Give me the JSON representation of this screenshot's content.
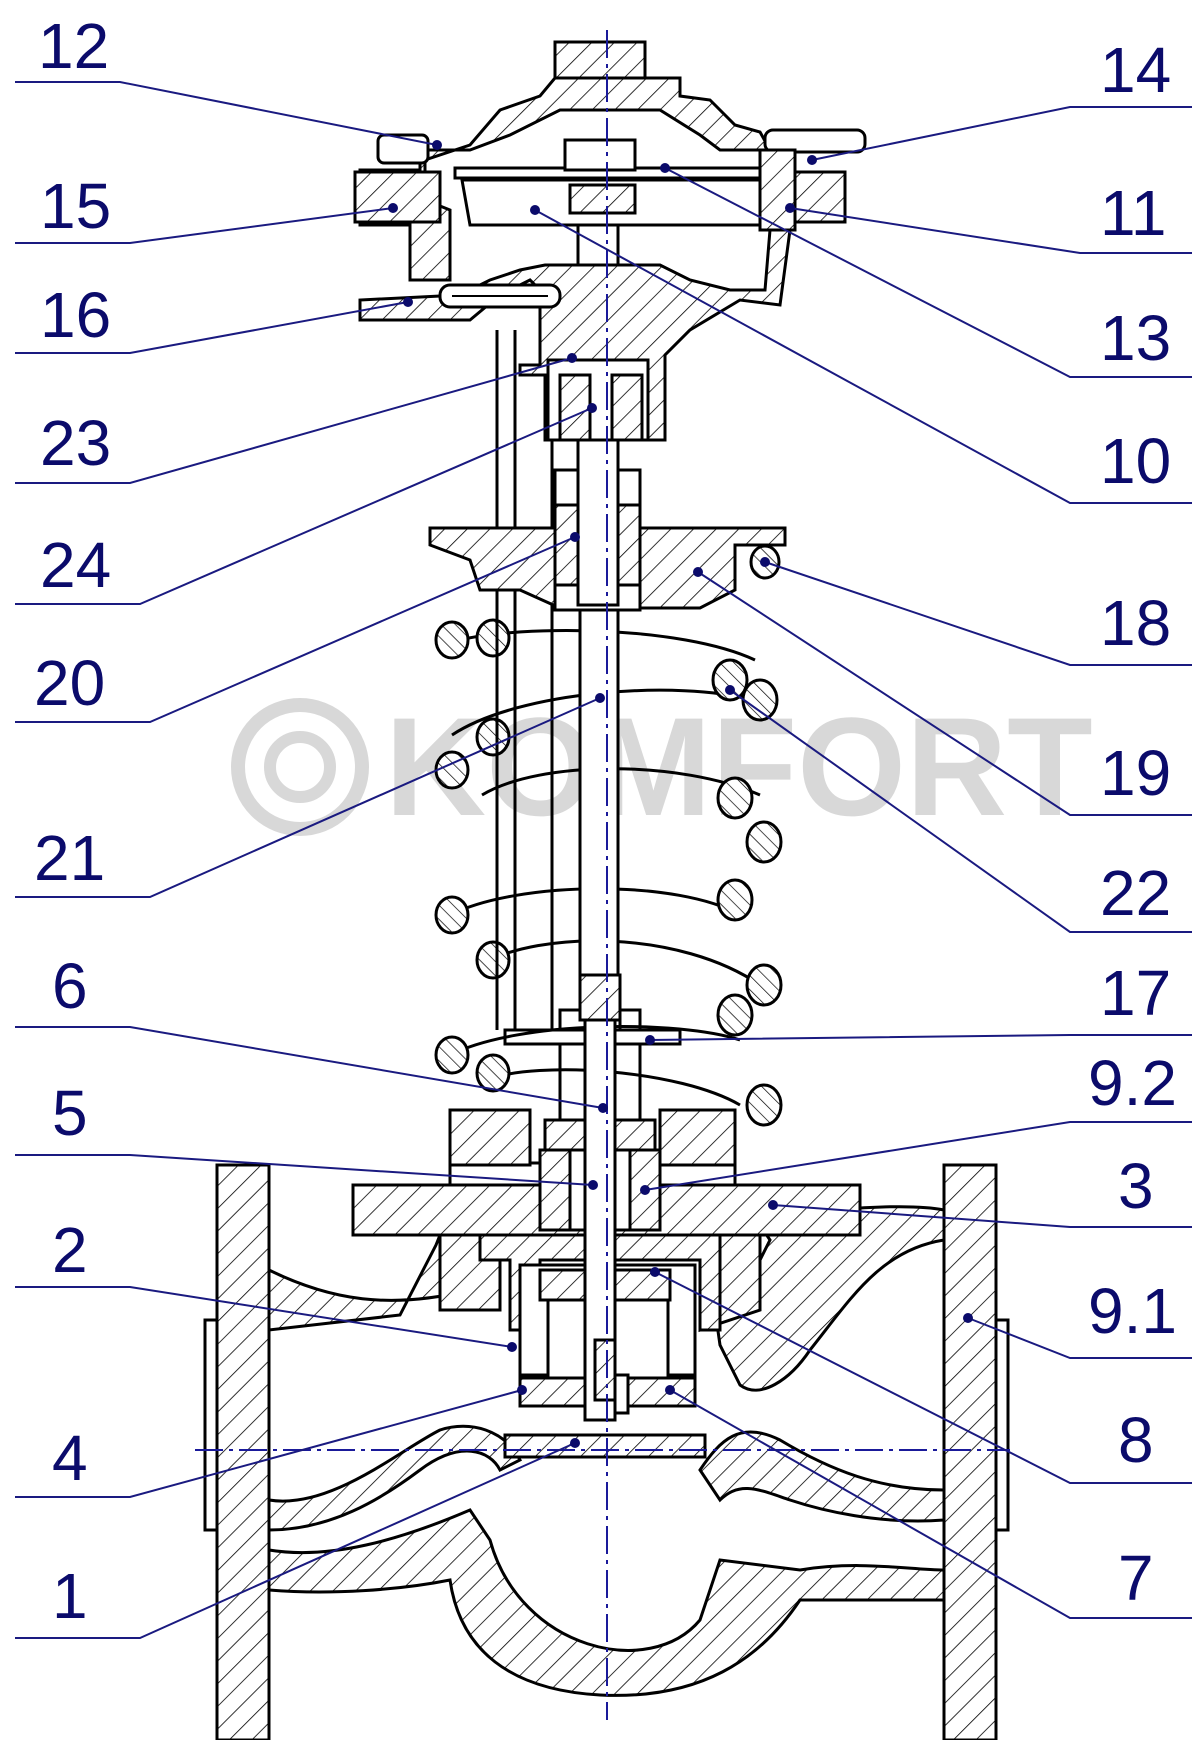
{
  "watermark": "KOMFORT",
  "callouts_left": [
    "12",
    "15",
    "16",
    "23",
    "24",
    "20",
    "21",
    "6",
    "5",
    "2",
    "4",
    "1"
  ],
  "callouts_right": [
    "14",
    "11",
    "13",
    "10",
    "18",
    "19",
    "22",
    "17",
    "9.2",
    "3",
    "9.1",
    "8",
    "7"
  ],
  "colors": {
    "labels": "#0b0b6b",
    "leaders": "#1a1a80",
    "outline": "#000000",
    "watermark": "#d4d4d4"
  }
}
